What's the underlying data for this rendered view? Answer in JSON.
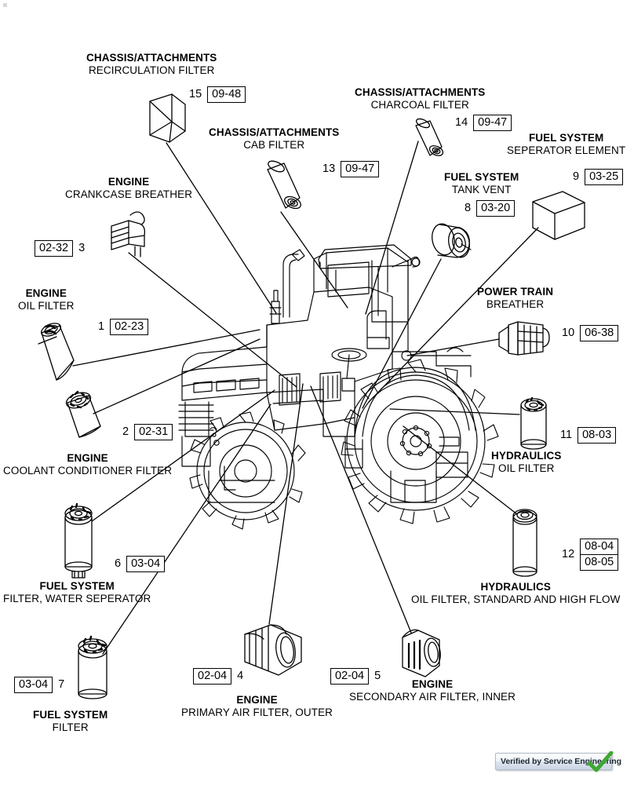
{
  "document": {
    "type": "service-parts-filter-location-diagram",
    "subject": "agricultural tractor, side view",
    "background_color": "#ffffff",
    "line_color": "#000000"
  },
  "badge": {
    "label": "Verified by Service Engineering",
    "check_icon": "check-mark",
    "check_color": "#3ea832"
  },
  "items": [
    {
      "id": 1,
      "number": "1",
      "group": "ENGINE",
      "name": "OIL FILTER",
      "refs": [
        "02-23"
      ],
      "box_side": "right",
      "part_shape": "spin-on-canister-filter"
    },
    {
      "id": 2,
      "number": "2",
      "group": "ENGINE",
      "name": "COOLANT CONDITIONER FILTER",
      "refs": [
        "02-31"
      ],
      "box_side": "right",
      "part_shape": "spin-on-canister-filter"
    },
    {
      "id": 3,
      "number": "3",
      "group": "ENGINE",
      "name": "CRANKCASE BREATHER",
      "refs": [
        "02-32"
      ],
      "box_side": "left",
      "part_shape": "crankcase-breather-element"
    },
    {
      "id": 4,
      "number": "4",
      "group": "ENGINE",
      "name": "PRIMARY AIR FILTER, OUTER",
      "refs": [
        "02-04"
      ],
      "box_side": "left",
      "part_shape": "pleated-air-filter-cylinder"
    },
    {
      "id": 5,
      "number": "5",
      "group": "ENGINE",
      "name": "SECONDARY AIR FILTER, INNER",
      "refs": [
        "02-04"
      ],
      "box_side": "left",
      "part_shape": "inner-air-filter-cylinder"
    },
    {
      "id": 6,
      "number": "6",
      "group": "FUEL SYSTEM",
      "name": "FILTER, WATER SEPERATOR",
      "refs": [
        "03-04"
      ],
      "box_side": "right",
      "part_shape": "spin-on-canister-filter"
    },
    {
      "id": 7,
      "number": "7",
      "group": "FUEL SYSTEM",
      "name": "FILTER",
      "refs": [
        "03-04"
      ],
      "box_side": "left",
      "part_shape": "spin-on-canister-filter"
    },
    {
      "id": 8,
      "number": "8",
      "group": "FUEL SYSTEM",
      "name": "TANK VENT",
      "refs": [
        "03-20"
      ],
      "box_side": "right",
      "part_shape": "tank-vent-cap"
    },
    {
      "id": 9,
      "number": "9",
      "group": "FUEL SYSTEM",
      "name": "SEPERATOR ELEMENT",
      "refs": [
        "03-25"
      ],
      "box_side": "right",
      "part_shape": "rectangular-box-element"
    },
    {
      "id": 10,
      "number": "10",
      "group": "POWER TRAIN",
      "name": "BREATHER",
      "refs": [
        "06-38"
      ],
      "box_side": "right",
      "part_shape": "splined-breather-cap"
    },
    {
      "id": 11,
      "number": "11",
      "group": "HYDRAULICS",
      "name": "OIL FILTER",
      "refs": [
        "08-03"
      ],
      "box_side": "right",
      "part_shape": "spin-on-canister-filter"
    },
    {
      "id": 12,
      "number": "12",
      "group": "HYDRAULICS",
      "name": "OIL FILTER, STANDARD AND HIGH FLOW",
      "refs": [
        "08-04",
        "08-05"
      ],
      "box_side": "right",
      "part_shape": "tall-cartridge-filter"
    },
    {
      "id": 13,
      "number": "13",
      "group": "CHASSIS/ATTACHMENTS",
      "name": "CAB FILTER",
      "refs": [
        "09-47"
      ],
      "box_side": "right",
      "part_shape": "tube-filter"
    },
    {
      "id": 14,
      "number": "14",
      "group": "CHASSIS/ATTACHMENTS",
      "name": "CHARCOAL FILTER",
      "refs": [
        "09-47"
      ],
      "box_side": "right",
      "part_shape": "tube-filter"
    },
    {
      "id": 15,
      "number": "15",
      "group": "CHASSIS/ATTACHMENTS",
      "name": "RECIRCULATION FILTER",
      "refs": [
        "09-48"
      ],
      "box_side": "right",
      "part_shape": "flat-panel-filter"
    }
  ]
}
